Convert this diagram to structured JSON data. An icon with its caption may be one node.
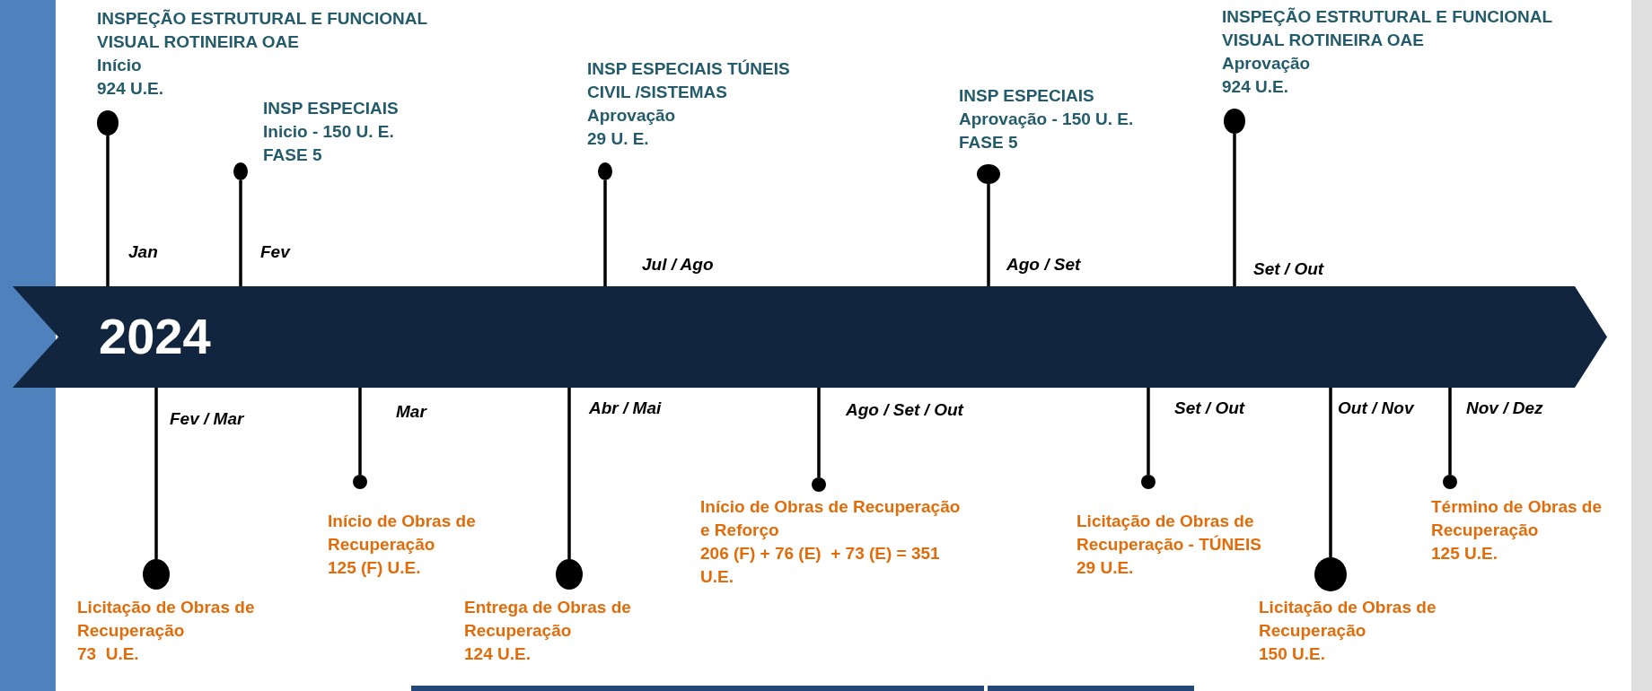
{
  "diagram": {
    "nodes": [
      {
        "text": [
          "2024"
        ]
      },
      {
        "text": [],
        "shape": "circle",
        "beside": [
          "INSPEÇÃO ESTRUTURAL E FUNCIONAL VISUAL ROTINEIRA OAE",
          "Início",
          "924 U.E."
        ]
      },
      {
        "text": [],
        "shape": "circle",
        "beside": [
          "INSP ESPECIAIS",
          "Inicio - 150 U. E.",
          "FASE 5"
        ]
      },
      {
        "text": [],
        "shape": "circle",
        "beside": [
          "INSP ESPECIAIS TÚNEIS CIVIL /SISTEMAS",
          "Aprovação",
          "29 U. E."
        ]
      },
      {
        "text": [],
        "shape": "circle",
        "beside": [
          "INSP ESPECIAIS",
          "Aprovação - 150 U. E.",
          "FASE 5"
        ]
      },
      {
        "text": [],
        "shape": "circle",
        "beside": [
          "INSPEÇÃO ESTRUTURAL E FUNCIONAL VISUAL ROTINEIRA OAE",
          "Aprovação",
          "924 U.E."
        ]
      },
      {
        "text": [],
        "shape": "circle",
        "beside": [
          "Licitação de Obras de Recuperação",
          "73  U.E."
        ]
      },
      {
        "text": [],
        "shape": "circle",
        "beside": [
          "Início de Obras de Recuperação",
          "125 (F) U.E."
        ]
      },
      {
        "text": [],
        "shape": "circle",
        "beside": [
          "Entrega de Obras de Recuperação",
          "124 U.E."
        ]
      },
      {
        "text": [],
        "shape": "circle",
        "beside": [
          "Início de Obras de Recuperação e Reforço",
          "206 (F) + 76 (E)  + 73 (E) = 351 U.E."
        ]
      },
      {
        "text": [],
        "shape": "circle",
        "beside": [
          "Licitação de Obras de Recuperação - TÚNEIS",
          "29 U.E."
        ]
      },
      {
        "text": [],
        "shape": "circle",
        "beside": [
          "Licitação de Obras de Recuperação",
          "150 U.E."
        ]
      },
      {
        "text": [],
        "shape": "circle",
        "beside": [
          "Término de Obras de Recuperação",
          "125 U.E."
        ]
      }
    ],
    "edges": [
      {
        "from": 0,
        "to": 1,
        "arrow": "none"
      },
      {
        "from": 0,
        "to": 2,
        "arrow": "none"
      },
      {
        "from": 0,
        "to": 3,
        "arrow": "none"
      },
      {
        "from": 0,
        "to": 4,
        "arrow": "none"
      },
      {
        "from": 0,
        "to": 5,
        "arrow": "none"
      },
      {
        "from": 0,
        "to": 6,
        "arrow": "none"
      },
      {
        "from": 0,
        "to": 7,
        "arrow": "none"
      },
      {
        "from": 0,
        "to": 8,
        "arrow": "none"
      },
      {
        "from": 0,
        "to": 9,
        "arrow": "none"
      },
      {
        "from": 0,
        "to": 10,
        "arrow": "none"
      },
      {
        "from": 0,
        "to": 11,
        "arrow": "none"
      },
      {
        "from": 0,
        "to": 12,
        "arrow": "none"
      }
    ],
    "labels": [
      "Jan",
      "Fev",
      "Jul / Ago",
      "Ago / Set",
      "Set / Out",
      "Fev / Mar",
      "Mar",
      "Abr / Mai",
      "Ago / Set / Out",
      "Set / Out",
      "Out / Nov",
      "Nov / Dez"
    ]
  }
}
